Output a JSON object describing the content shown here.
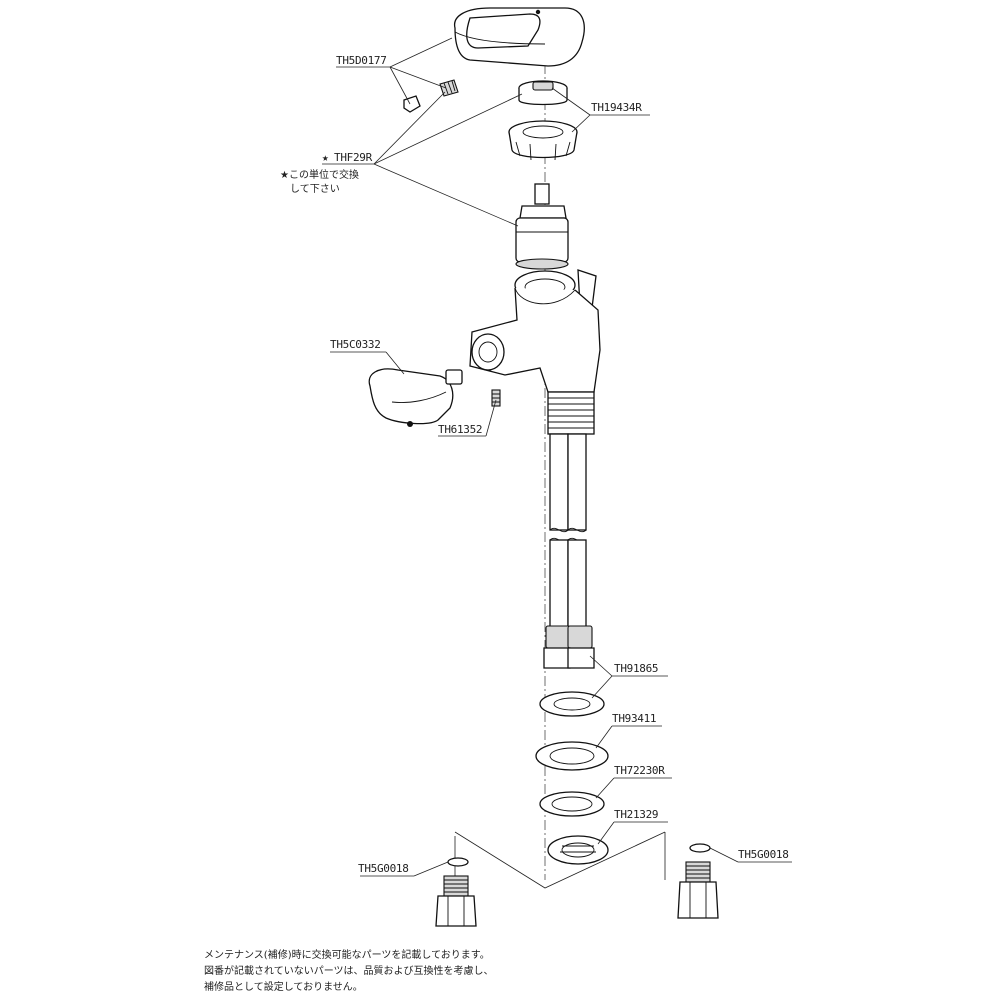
{
  "parts": [
    {
      "id": "lever",
      "label": "TH5D0177"
    },
    {
      "id": "cap",
      "label": "TH19434R"
    },
    {
      "id": "cartridge",
      "label": "THF29R",
      "marker": "★"
    },
    {
      "id": "spout_head",
      "label": "TH5C0332"
    },
    {
      "id": "screw",
      "label": "TH61352"
    },
    {
      "id": "washer_1",
      "label": "TH91865"
    },
    {
      "id": "washer_2",
      "label": "TH93411"
    },
    {
      "id": "washer_3",
      "label": "TH72230R"
    },
    {
      "id": "nut",
      "label": "TH21329"
    },
    {
      "id": "adapter_left",
      "label": "TH5G0018"
    },
    {
      "id": "adapter_right",
      "label": "TH5G0018"
    }
  ],
  "unit_note": {
    "line1": "★この単位で交換",
    "line2": "して下さい"
  },
  "footer_note": {
    "line1": "メンテナンス(補修)時に交換可能なパーツを記載しております。",
    "line2": "図番が記載されていないパーツは、品質および互換性を考慮し、",
    "line3": "補修品として設定しておりません。"
  }
}
